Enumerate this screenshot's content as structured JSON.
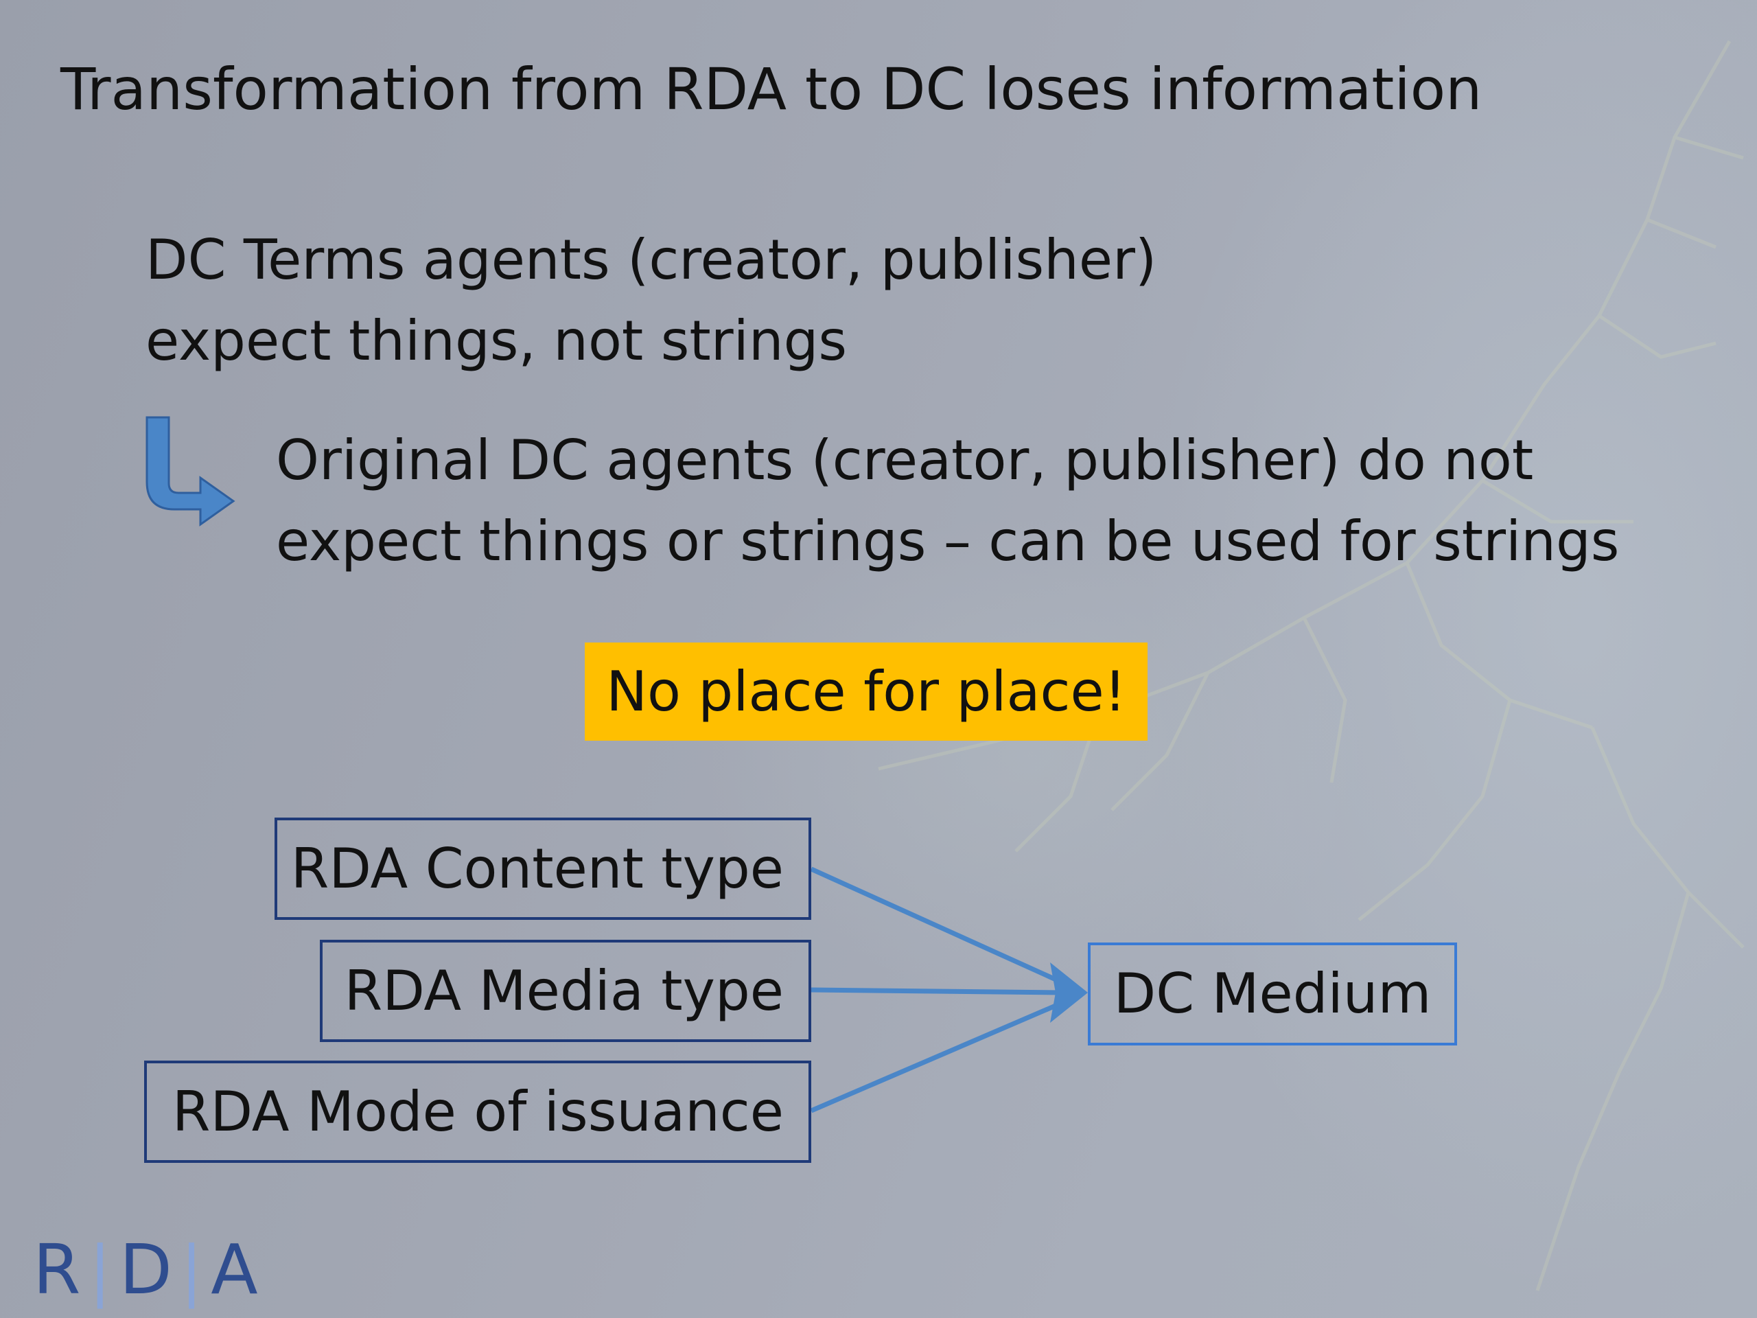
{
  "slide": {
    "title": "Transformation from RDA to DC loses information",
    "para1_line1": "DC Terms agents (creator, publisher)",
    "para1_line2": "expect things, not strings",
    "para2_line1": "Original DC agents (creator, publisher) do not",
    "para2_line2": "expect things or strings – can be used for strings",
    "callout": "No place for place!",
    "boxes": [
      "RDA Content type",
      "RDA Media type",
      "RDA Mode of issuance"
    ],
    "target": "DC Medium",
    "logo": {
      "r": "R",
      "d": "D",
      "a": "A",
      "sep": "|"
    }
  },
  "colors": {
    "callout": "#ffbf00",
    "box_border": "#1f3a78",
    "target_border": "#3a7bd5",
    "arrow": "#4a86c8",
    "logo": "#2f4d8f"
  },
  "icons": {
    "bend_arrow": "return-arrow-icon",
    "connectors": "connector-arrows"
  }
}
